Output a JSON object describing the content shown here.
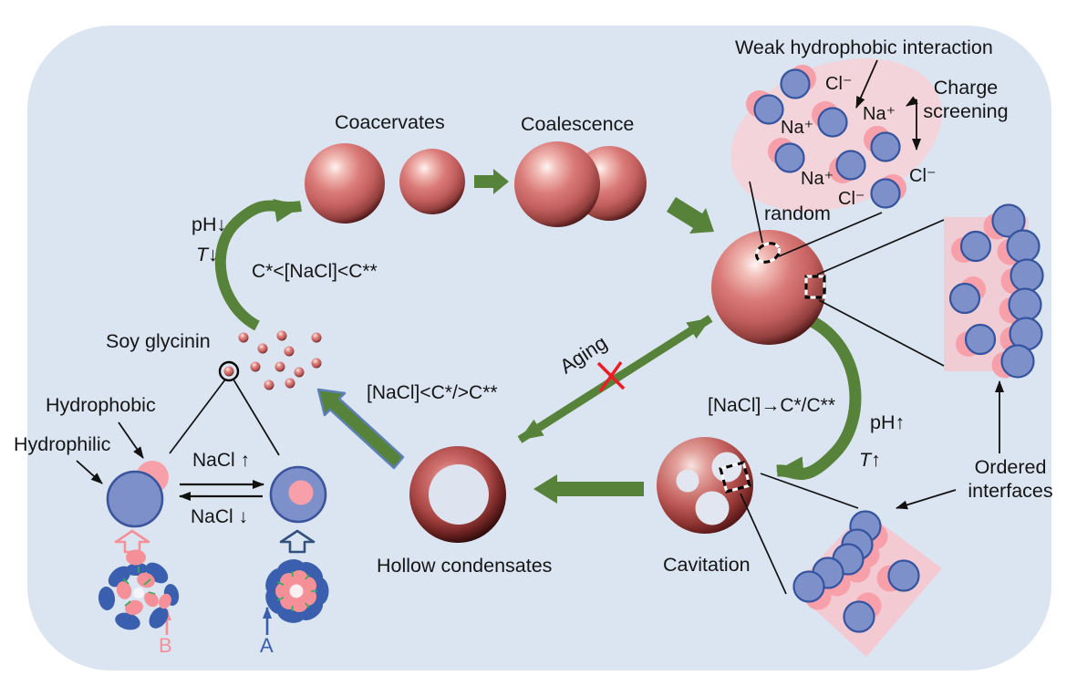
{
  "figure": {
    "type": "mechanism-diagram",
    "topic": "Salt-driven coacervation / hollow condensate cycle of soy glycinin"
  },
  "labels": {
    "weak_hydrophobic_interaction": "Weak hydrophobic interaction",
    "charge_screening": "Charge screening",
    "random": "random",
    "coacervates": "Coacervates",
    "coalescence": "Coalescence",
    "ph_down": "pH↓",
    "t_down_letter": "T",
    "t_down_arrow": "↓",
    "c_window": "C*<[NaCl]<C**",
    "soy_glycinin": "Soy glycinin",
    "hydrophobic": "Hydrophobic",
    "hydrophilic": "Hydrophilic",
    "nacl_up": "NaCl ↑",
    "nacl_down": "NaCl ↓",
    "subunit_b": "B",
    "subunit_a": "A",
    "nacl_outside_window": "[NaCl]<C*/>C**",
    "aging": "Aging",
    "hollow_condensates": "Hollow condensates",
    "nacl_to_window": "[NaCl]→C*/C**",
    "ph_up": "pH↑",
    "t_up_letter": "T",
    "t_up_arrow": "↑",
    "cavitation": "Cavitation",
    "ordered_interfaces": "Ordered interfaces"
  },
  "ions": {
    "cl_top": "Cl⁻",
    "na_right": "Na⁺",
    "na_left": "Na⁺",
    "na_bottom": "Na⁺",
    "cl_right": "Cl⁻",
    "cl_bottom": "Cl⁻"
  },
  "colors": {
    "background": "#dbe5f1",
    "coacervate_red": "#c25f5e",
    "arrow_green": "#568339",
    "arrow_outline_blue": "#5c80b4",
    "protein_blue_fill": "#7e90ca",
    "protein_blue_stroke": "#35549f",
    "hydrophobic_pink": "#f7a0aa",
    "panel_pink": "#f0ccd4",
    "ellipse_pink": "#f2d4da",
    "reject_x_red": "#ed1c24",
    "label_a_blue": "#3a5fae",
    "label_b_pink": "#f58f98",
    "tick_green": "#2fae56"
  }
}
